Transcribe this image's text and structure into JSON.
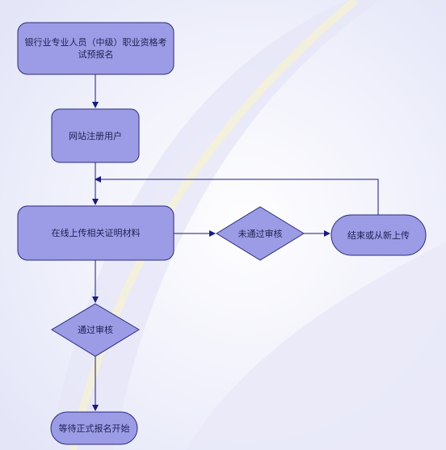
{
  "colors": {
    "node_fill": "#9c9ce6",
    "node_stroke": "#2b2b7a",
    "connector": "#1a1a7e"
  },
  "nodes": {
    "prereg": "银行业专业人员（中级）职业资格考试预报名",
    "register": "网站注册用户",
    "upload": "在线上传相关证明材料",
    "not_passed": "未通过审核",
    "end_or_reupload": "结束或从新上传",
    "passed": "通过审核",
    "wait": "等待正式报名开始"
  }
}
